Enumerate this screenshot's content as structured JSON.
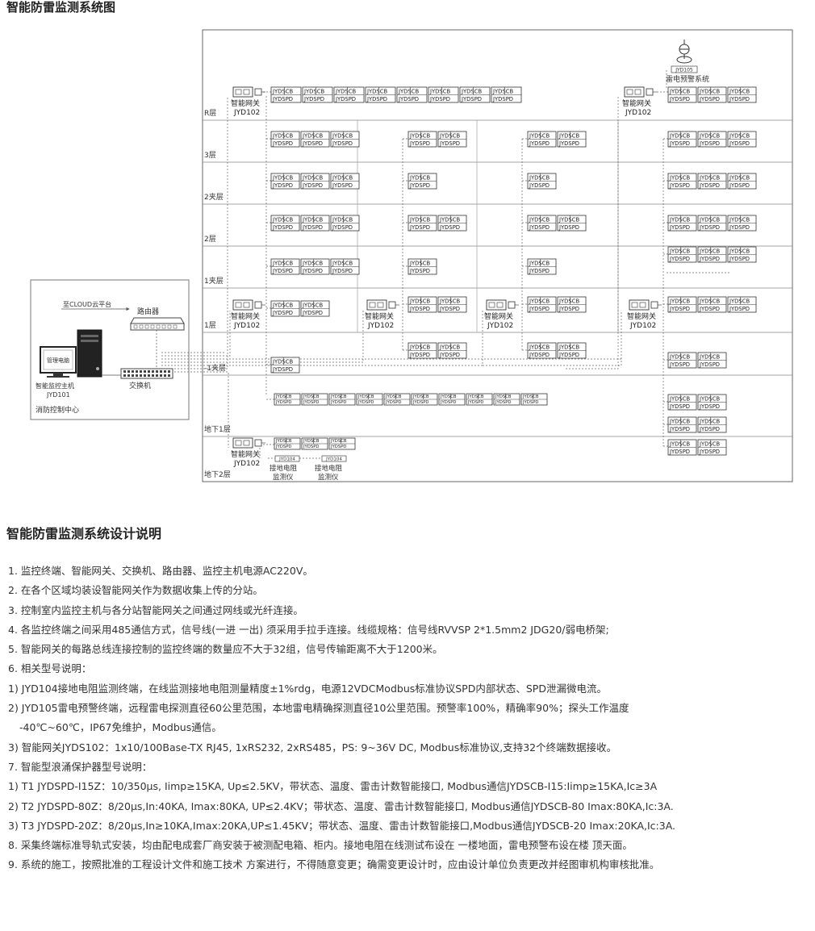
{
  "title": "智能防雷监测系统图",
  "floors": [
    "R层",
    "3层",
    "2夹层",
    "2层",
    "1夹层",
    "1层",
    "-1夹层",
    "地下1层",
    "地下2层"
  ],
  "device": {
    "scb": "JYDSCB",
    "spd": "JYDSPD"
  },
  "gateway": {
    "name": "智能网关",
    "model": "JYD102"
  },
  "warning": {
    "model": "JYD105",
    "name": "雷电预警系统"
  },
  "ground_meter": {
    "model": "JYD104",
    "line1": "接地电阻",
    "line2": "监测仪"
  },
  "control_room": {
    "cloud": "至CLOUD云平台",
    "router": "路由器",
    "pc": "管理电脑",
    "host_line1": "智能监控主机",
    "host_line2": "JYD101",
    "switch": "交换机",
    "room": "消防控制中心"
  },
  "notes_title": "智能防雷监测系统设计说明",
  "notes": [
    "1. 监控终端、智能网关、交换机、路由器、监控主机电源AC220V。",
    "2. 在各个区域均装设智能网关作为数据收集上传的分站。",
    "3. 控制室内监控主机与各分站智能网关之间通过网线或光纤连接。",
    "4. 各监控终端之间采用485通信方式，信号线(一进 一出) 须采用手拉手连接。线缆规格：信号线RVVSP 2*1.5mm2 JDG20/弱电桥架;",
    "5. 智能网关的每路总线连接控制的监控终端的数量应不大于32组，信号传输距离不大于1200米。",
    "6. 相关型号说明：",
    "1) JYD104接地电阻监测终端，在线监测接地电阻测量精度±1%rdg，电源12VDCModbus标准协议SPD内部状态、SPD泄漏微电流。",
    "2) JYD105雷电预警终端，远程雷电探测直径60公里范围，本地雷电精确探测直径10公里范围。预警率100%，精确率90%；探头工作温度",
    "-40℃~60℃，IP67免维护，Modbus通信。",
    "3) 智能网关JYDS102：1x10/100Base-TX RJ45,  1xRS232, 2xRS485，PS: 9~36V DC, Modbus标准协议,支持32个终端数据接收。",
    "7. 智能型浪涌保护器型号说明：",
    "1) T1 JYDSPD-I15Z：10/350μs, Iimp≥15KA, Up≤2.5KV，带状态、温度、雷击计数智能接口, Modbus通信JYDSCB-I15:Iimp≥15KA,Ic≥3A",
    "2) T2 JYDSPD-80Z：8/20μs,In:40KA, Imax:80KA, UP≤2.4KV；带状态、温度、雷击计数智能接口, Modbus通信JYDSCB-80 Imax:80KA,Ic:3A.",
    "3) T3 JYDSPD-20Z：8/20μs,In≥10KA,Imax:20KA,UP≤1.45KV；带状态、温度、雷击计数智能接口,Modbus通信JYDSCB-20 Imax:20KA,Ic:3A.",
    "8. 采集终端标准导轨式安装，均由配电成套厂商安装于被测配电箱、柜内。接地电阻在线测试布设在  一楼地面，雷电预警布设在楼 顶天面。",
    "9. 系统的施工，按照批准的工程设计文件和施工技术  方案进行，不得随意变更；确需变更设计时，应由设计单位负责更改并经图审机构审核批准。"
  ]
}
